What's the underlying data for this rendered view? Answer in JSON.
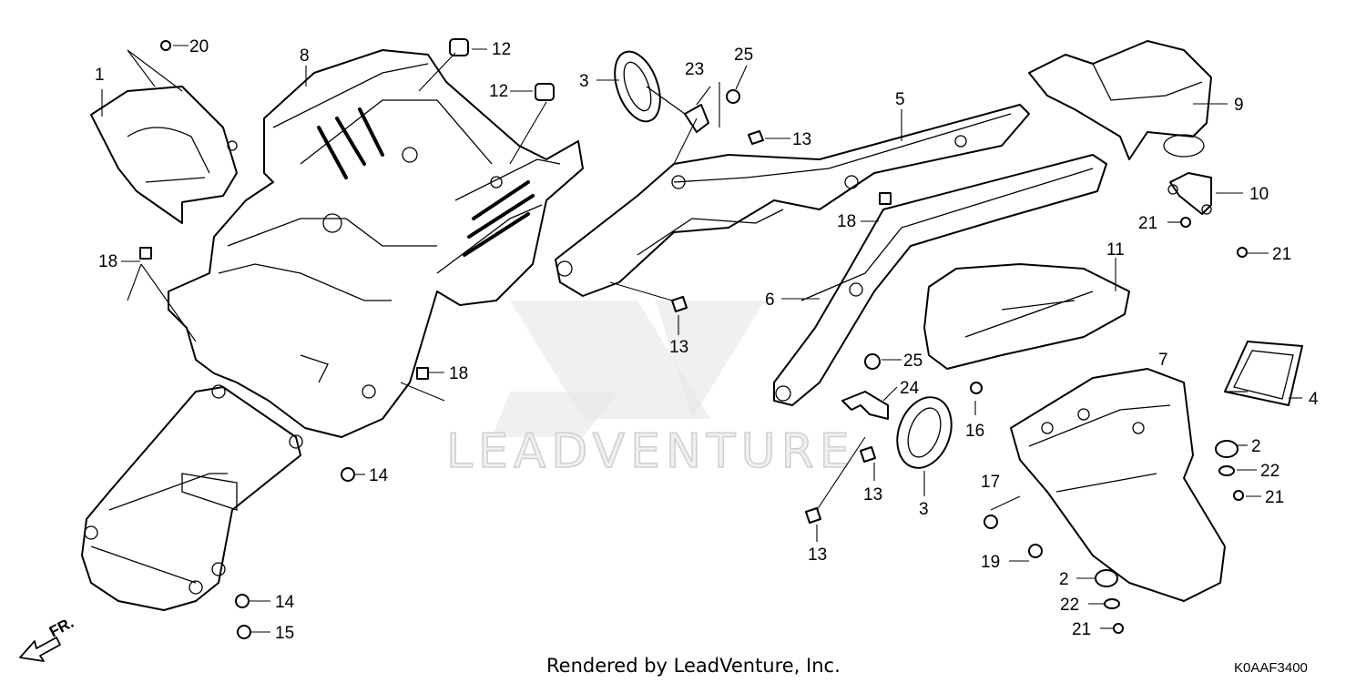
{
  "watermark": "LEADVENTURE",
  "footer": "Rendered by LeadVenture, Inc.",
  "diagram_code": "K0AAF3400",
  "direction_label": "FR.",
  "callouts": {
    "c1": "1",
    "c2a": "2",
    "c2b": "2",
    "c3a": "3",
    "c3b": "3",
    "c4": "4",
    "c5": "5",
    "c6": "6",
    "c7": "7",
    "c8": "8",
    "c9": "9",
    "c10": "10",
    "c11": "11",
    "c12a": "12",
    "c12b": "12",
    "c13a": "13",
    "c13b": "13",
    "c13c": "13",
    "c13d": "13",
    "c14a": "14",
    "c14b": "14",
    "c15": "15",
    "c16": "16",
    "c17": "17",
    "c18a": "18",
    "c18b": "18",
    "c18c": "18",
    "c19": "19",
    "c20": "20",
    "c21a": "21",
    "c21b": "21",
    "c21c": "21",
    "c21d": "21",
    "c22a": "22",
    "c22b": "22",
    "c23": "23",
    "c24": "24",
    "c25a": "25",
    "c25b": "25"
  }
}
